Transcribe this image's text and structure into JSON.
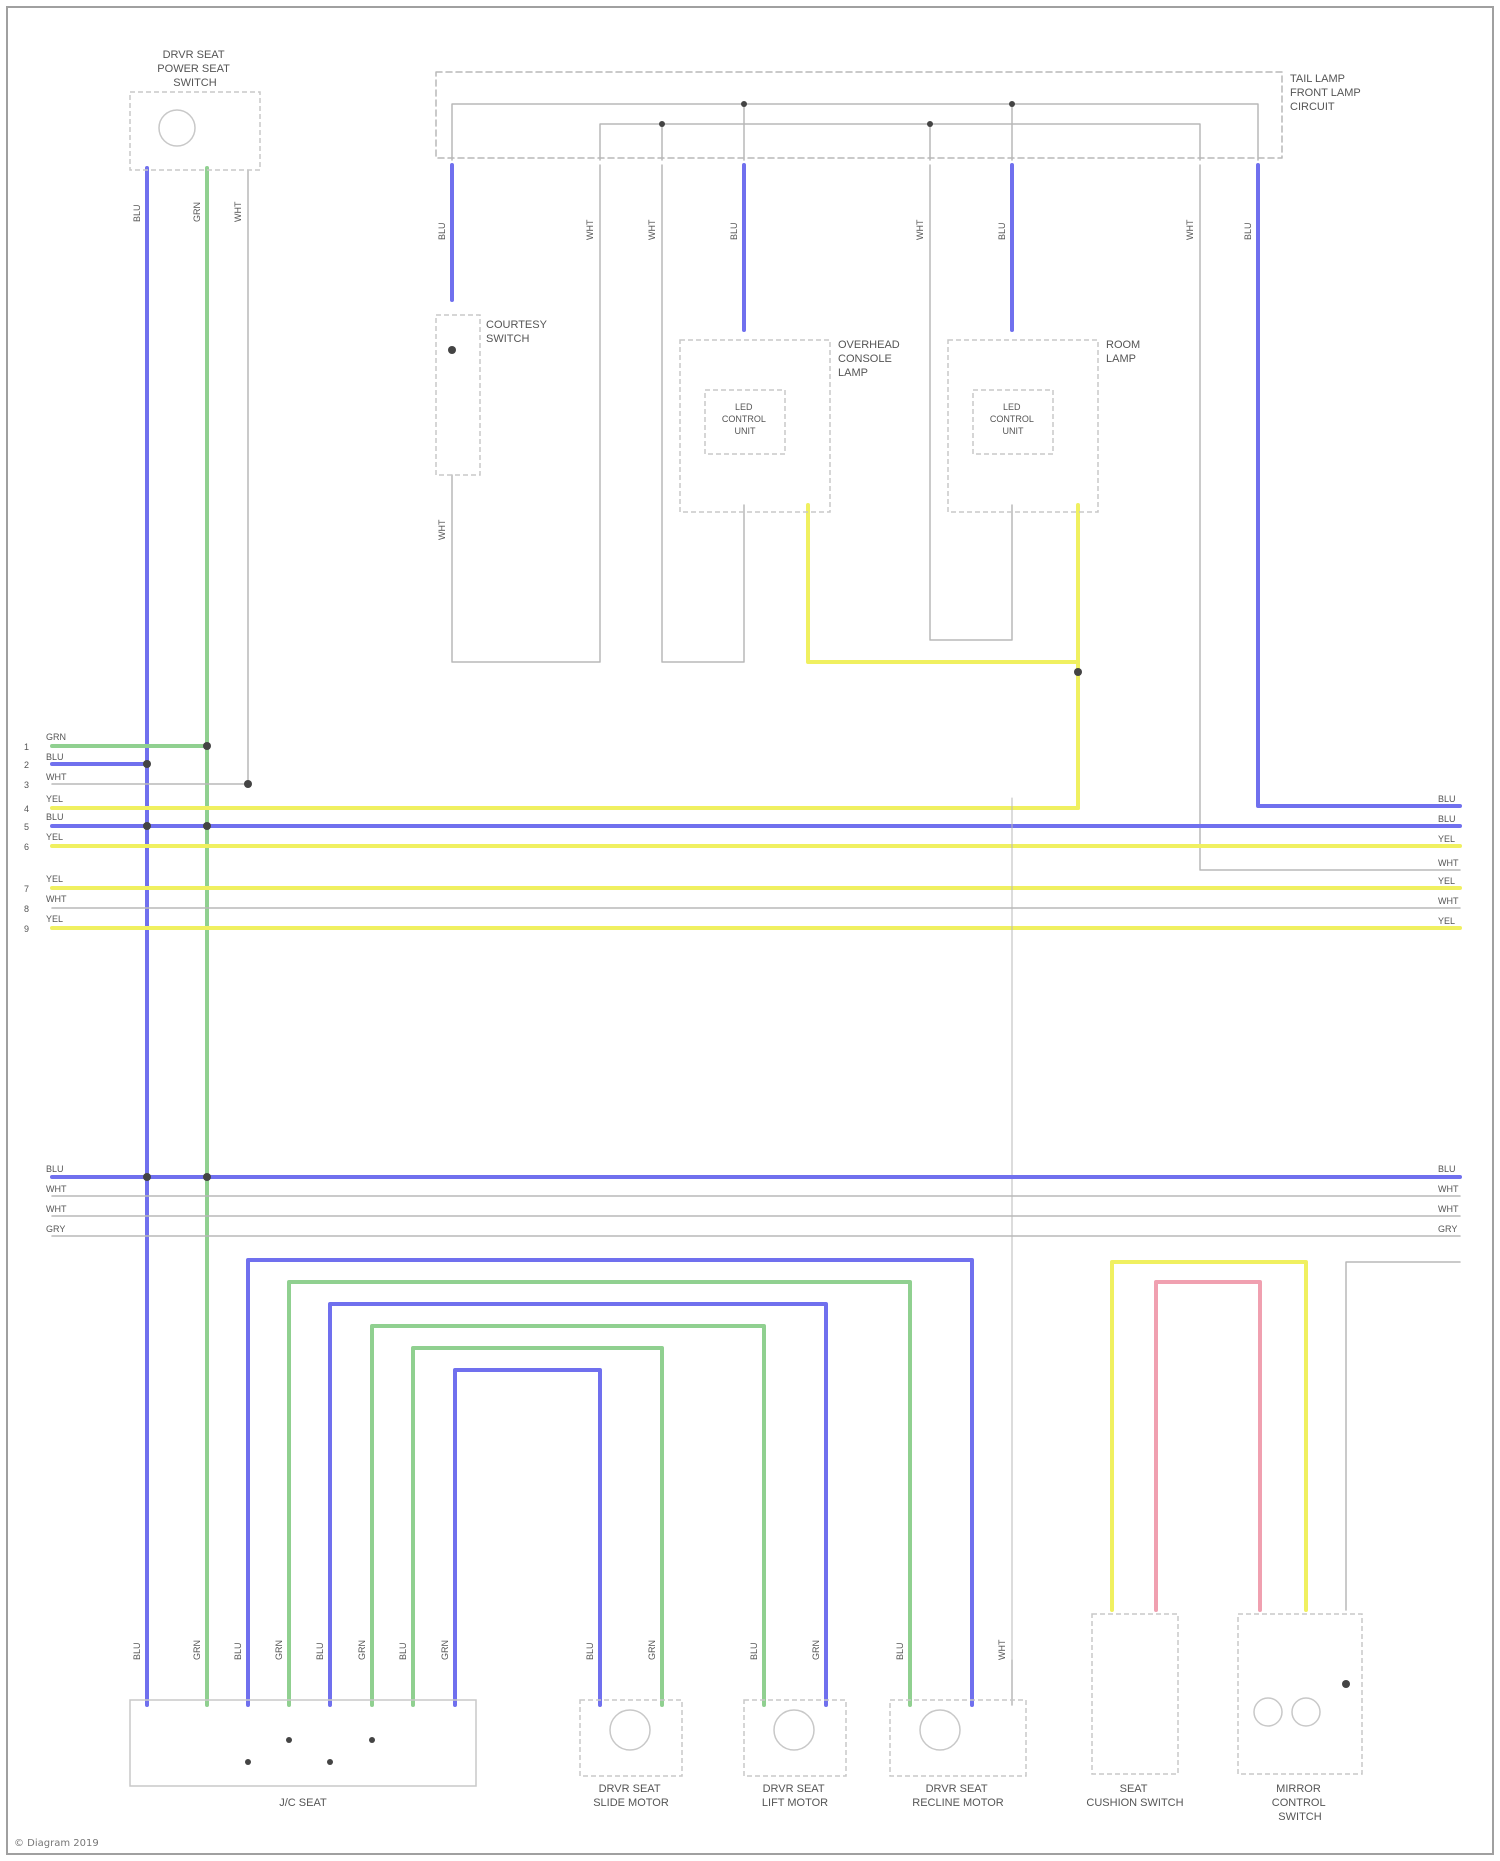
{
  "colors": {
    "blue": "#7070ee",
    "green": "#90d090",
    "yellow": "#f0f060",
    "pink": "#f0a0b0",
    "gray": "#b8b8b8",
    "component": "#c8c8c8"
  },
  "components": [
    {
      "id": "c-top-left",
      "lines": [
        "DRVR SEAT",
        "POWER SEAT",
        "SWITCH"
      ]
    },
    {
      "id": "c-top-right",
      "lines": [
        "TAIL LAMP",
        "FRONT LAMP",
        "CIRCUIT"
      ]
    },
    {
      "id": "c-courtesy",
      "lines": [
        "COURTESY",
        "SWITCH"
      ]
    },
    {
      "id": "c-overhead",
      "lines": [
        "OVERHEAD",
        "CONSOLE",
        "LAMP"
      ]
    },
    {
      "id": "c-room",
      "lines": [
        "ROOM",
        "LAMP"
      ]
    },
    {
      "id": "c-led-1",
      "lines": [
        "LED",
        "CONTROL",
        "UNIT"
      ]
    },
    {
      "id": "c-led-2",
      "lines": [
        "LED",
        "CONTROL",
        "UNIT"
      ]
    },
    {
      "id": "c-bottom-1",
      "lines": [
        "J/C SEAT"
      ]
    },
    {
      "id": "c-bottom-2",
      "lines": [
        "DRVR SEAT",
        "SLIDE MOTOR"
      ]
    },
    {
      "id": "c-bottom-3",
      "lines": [
        "DRVR SEAT",
        "LIFT MOTOR"
      ]
    },
    {
      "id": "c-bottom-4",
      "lines": [
        "DRVR SEAT",
        "RECLINE MOTOR"
      ]
    },
    {
      "id": "c-bottom-5",
      "lines": [
        "SEAT",
        "CUSHION SWITCH"
      ]
    },
    {
      "id": "c-bottom-6",
      "lines": [
        "MIRROR",
        "CONTROL",
        "SWITCH"
      ]
    }
  ],
  "wire_labels": {
    "left_side": [
      "GRN",
      "BLU",
      "WHT",
      "YEL",
      "BLU",
      "YEL",
      "YEL",
      "WHT",
      "YEL"
    ],
    "left_pins": [
      "1",
      "2",
      "3",
      "4",
      "5",
      "6",
      "7",
      "8",
      "9"
    ],
    "right_side": [
      "BLU",
      "BLU",
      "YEL",
      "WHT",
      "YEL",
      "WHT",
      "YEL"
    ],
    "lower_left": [
      "BLU",
      "WHT",
      "WHT",
      "GRY"
    ],
    "lower_right": [
      "BLU",
      "WHT",
      "WHT",
      "GRY"
    ],
    "vertical_top": [
      "BLU",
      "GRN",
      "WHT",
      "BLU",
      "WHT",
      "WHT",
      "BLU",
      "WHT",
      "BLU",
      "WHT",
      "BLU",
      "WHT"
    ],
    "vertical_bottom": [
      "BLU",
      "GRN",
      "BLU",
      "GRN",
      "BLU",
      "GRN",
      "BLU",
      "GRN",
      "BLU",
      "GRN",
      "BLU",
      "GRN",
      "BLU",
      "WHT"
    ]
  },
  "footer": "© Diagram 2019"
}
